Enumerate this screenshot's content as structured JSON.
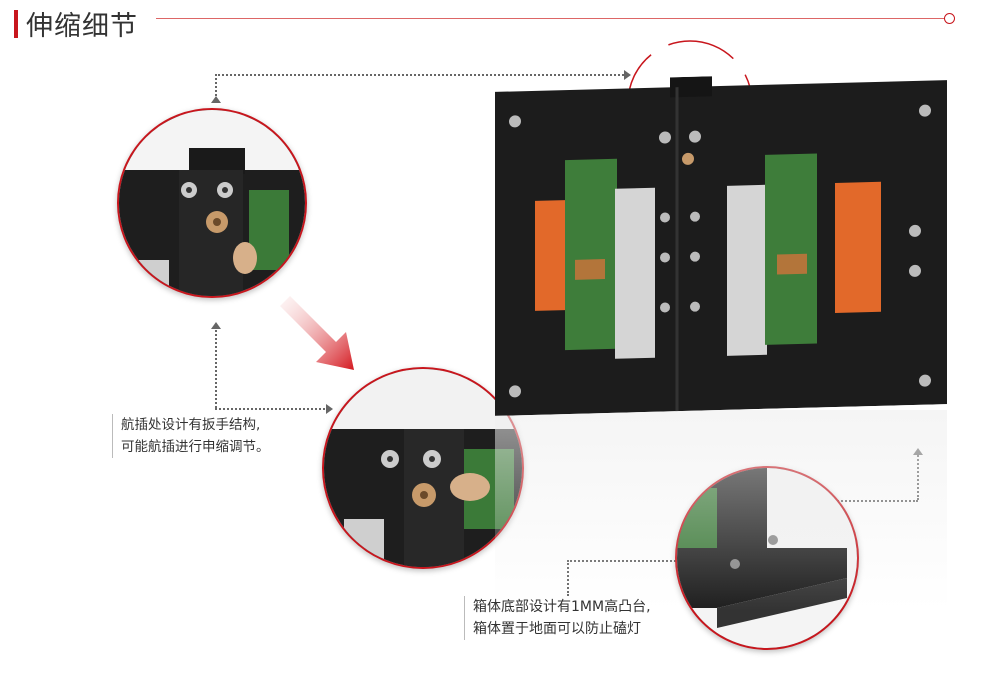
{
  "section": {
    "title": "伸缩细节"
  },
  "callouts": {
    "handle_caption_line1": "航插处设计有扳手结构,",
    "handle_caption_line2": "可能航插进行申缩调节。",
    "bottom_caption_line1": "箱体底部设计有1MM高凸台,",
    "bottom_caption_line2": "箱体置于地面可以防止磕灯"
  },
  "colors": {
    "accent": "#c8161d",
    "pcb": "#3e7d3a",
    "orange": "#e2692a",
    "chassis": "#1c1c1c"
  }
}
